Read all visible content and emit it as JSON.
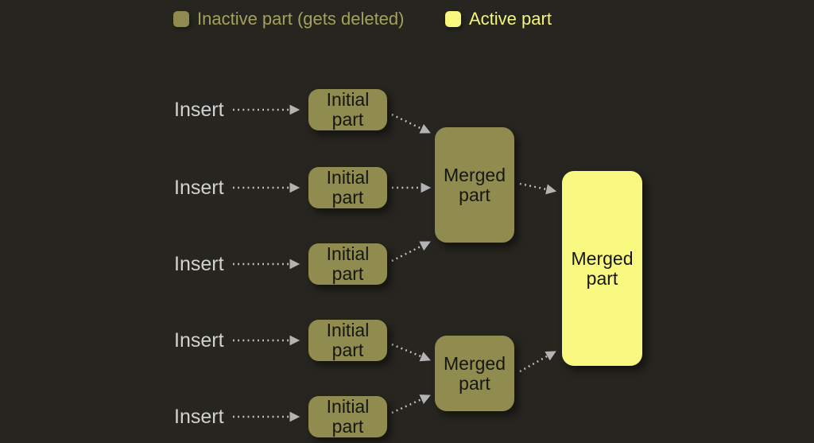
{
  "legend": {
    "inactive_label": "Inactive part (gets deleted)",
    "active_label": "Active part"
  },
  "colors": {
    "background": "#26251f",
    "inactive_part_fill": "#908b4f",
    "active_part_fill": "#f9f981",
    "inactive_legend_text": "#a5a05c",
    "active_legend_text": "#f5f57c",
    "insert_text": "#d2d2d2",
    "box_text": "#161610",
    "arrow_dots": "#c6c6c6",
    "arrow_head": "#b3b3b3"
  },
  "rows": [
    {
      "insert_label": "Insert",
      "part_label": "Initial part"
    },
    {
      "insert_label": "Insert",
      "part_label": "Initial part"
    },
    {
      "insert_label": "Insert",
      "part_label": "Initial part"
    },
    {
      "insert_label": "Insert",
      "part_label": "Initial part"
    },
    {
      "insert_label": "Insert",
      "part_label": "Initial part"
    }
  ],
  "merged_parts": [
    {
      "label": "Merged part",
      "state": "inactive"
    },
    {
      "label": "Merged part",
      "state": "inactive"
    },
    {
      "label": "Merged part",
      "state": "active"
    }
  ]
}
